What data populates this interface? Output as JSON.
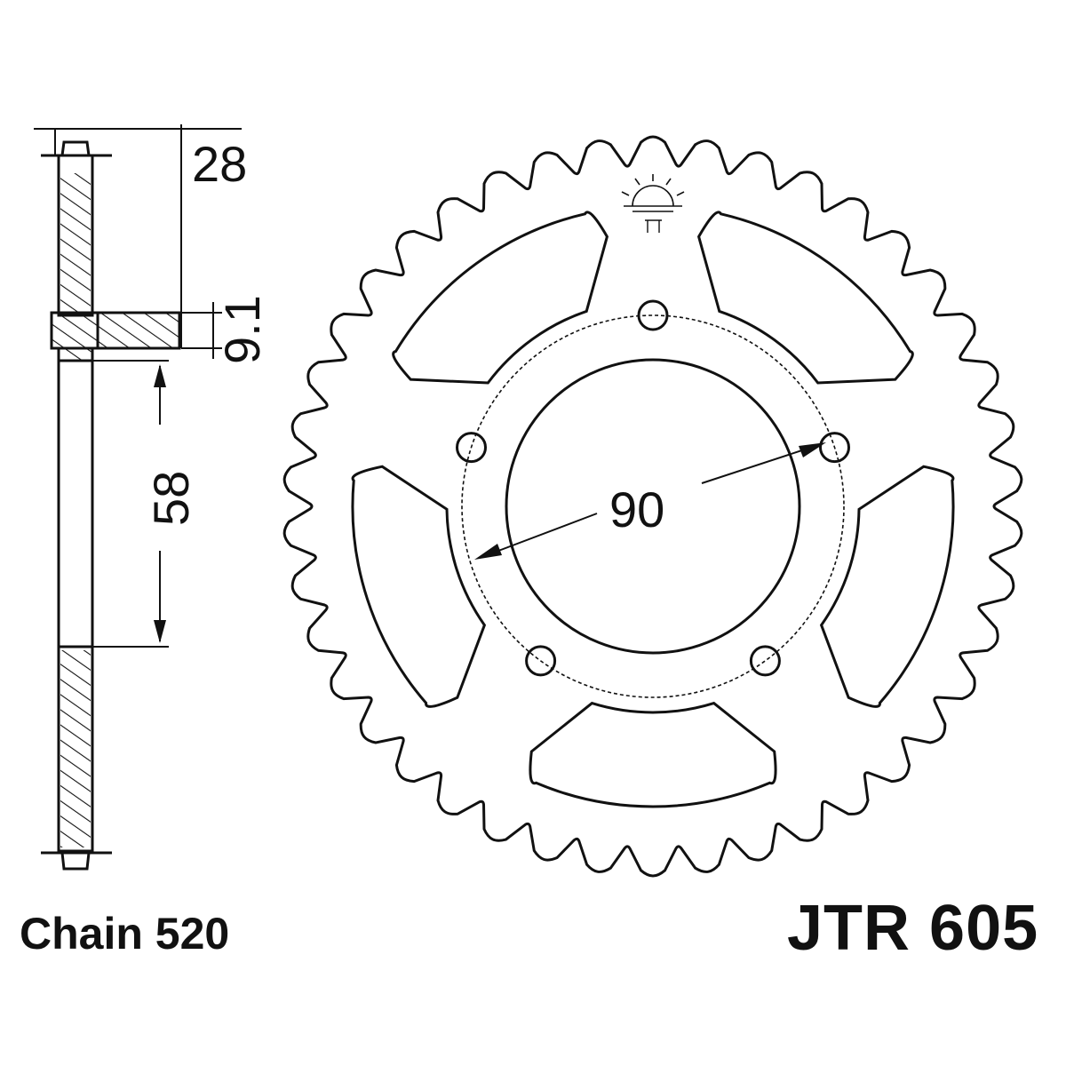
{
  "drawing": {
    "dimensions": {
      "overall_width": "28",
      "hub_thickness": "9.1",
      "center_offset": "58",
      "bolt_circle": "90"
    },
    "chain_label": "Chain 520",
    "part_number": "JTR 605"
  },
  "sprocket": {
    "teeth": 42,
    "bolt_holes": 5,
    "lightening_windows": 5
  },
  "colors": {
    "line": "#111111",
    "background": "#ffffff"
  }
}
